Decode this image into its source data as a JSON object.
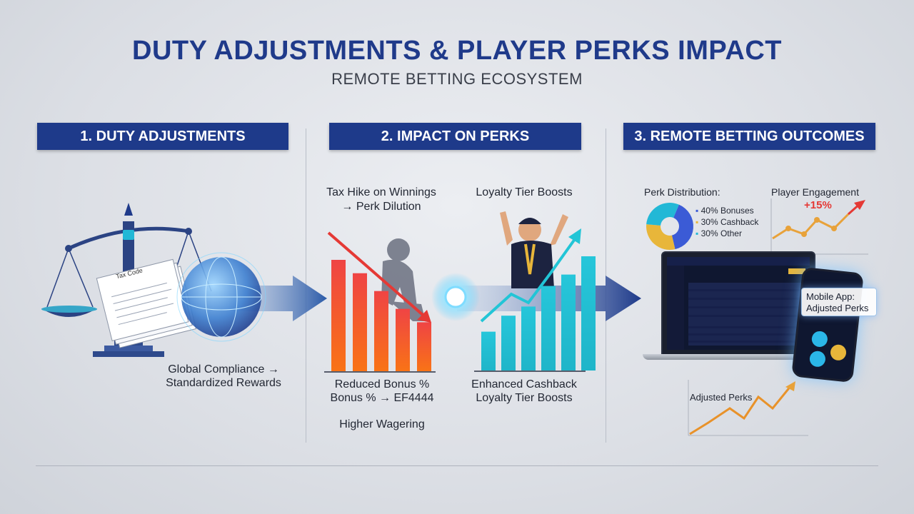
{
  "title": "DUTY ADJUSTMENTS & PLAYER PERKS IMPACT",
  "subtitle": "REMOTE BETTING ECOSYSTEM",
  "sections": [
    {
      "header": "1. DUTY ADJUSTMENTS"
    },
    {
      "header": "2. IMPACT ON PERKS"
    },
    {
      "header": "3. REMOTE BETTING OUTCOMES"
    }
  ],
  "duty": {
    "document_label": "Tax Code",
    "caption_line1": "Global Compliance →",
    "caption_line2": "Standardized Rewards"
  },
  "perks_impact": {
    "negative_title_line1": "Tax Hike on Winnings",
    "negative_title_line2": "→ Perk Dilution",
    "negative_caption_line1": "Reduced Bonus %",
    "negative_caption_line2": "Bonus % → EF4444",
    "negative_caption_line3": "Higher Wagering",
    "positive_title": "Loyalty Tier Boosts",
    "positive_caption_line1": "Enhanced Cashback",
    "positive_caption_line2": "Loyalty Tier Boosts"
  },
  "outcomes": {
    "pie_title": "Perk Distribution:",
    "pie_legend": [
      "40% Bonuses",
      "30% Cashback",
      "30% Other"
    ],
    "engagement_title": "Player Engagement",
    "engagement_change": "+15%",
    "mobile_callout_line1": "Mobile App:",
    "mobile_callout_line2": "Adjusted Perks",
    "adjusted_perks_label": "Adjusted Perks"
  },
  "colors": {
    "header_bg": "#1e3a8a",
    "title": "#1f3a8a",
    "negative_bar_top": "#ef4444",
    "negative_bar_bottom": "#f97316",
    "positive_bar": "#22c5d6",
    "engagement_line": "#e8a23a",
    "engagement_arrow": "#e53935",
    "pie_bonuses": "#3b5bd6",
    "pie_cashback": "#e8b63a",
    "pie_other": "#22b8d6"
  },
  "chart_data": [
    {
      "type": "pie",
      "title": "Perk Distribution:",
      "categories": [
        "Bonuses",
        "Cashback",
        "Other"
      ],
      "values": [
        40,
        30,
        30
      ]
    },
    {
      "type": "bar",
      "title": "Tax Hike on Winnings → Perk Dilution",
      "categories": [
        "1",
        "2",
        "3",
        "4",
        "5"
      ],
      "values": [
        100,
        88,
        72,
        56,
        44
      ]
    },
    {
      "type": "bar",
      "title": "Loyalty Tier Boosts",
      "categories": [
        "1",
        "2",
        "3",
        "4",
        "5",
        "6"
      ],
      "values": [
        34,
        48,
        56,
        74,
        84,
        100
      ]
    }
  ]
}
